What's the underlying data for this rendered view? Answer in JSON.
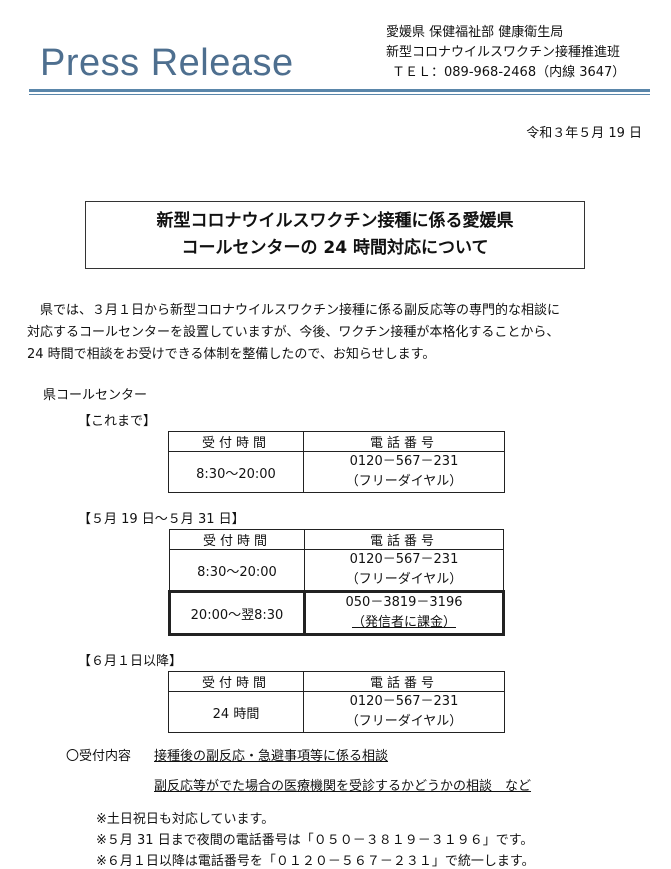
{
  "header": {
    "title": "Press Release",
    "org_line1": "愛媛県 保健福祉部 健康衛生局",
    "org_line2": "新型コロナウイルスワクチン接種推進班",
    "org_line3": "ＴＥＬ：089-968-2468（内線 3647）"
  },
  "date": "令和３年５月 19 日",
  "title": {
    "line1": "新型コロナウイルスワクチン接種に係る愛媛県",
    "line2": "コールセンターの 24 時間対応について"
  },
  "body": {
    "line1": "　県では、３月１日から新型コロナウイルスワクチン接種に係る副反応等の専門的な相談に",
    "line2": "対応するコールセンターを設置していますが、今後、ワクチン接種が本格化することから、",
    "line3": "24 時間で相談をお受けできる体制を整備したので、お知らせします。"
  },
  "section_label": "県コールセンター",
  "col_headers": {
    "time": "受付時間",
    "phone": "電話番号"
  },
  "block1": {
    "label": "【これまで】",
    "rows": [
      {
        "time": "8:30～20:00",
        "phone": "0120－567－231",
        "note": "（フリーダイヤル）"
      }
    ]
  },
  "block2": {
    "label": "【５月 19 日～５月 31 日】",
    "rows": [
      {
        "time": "8:30～20:00",
        "phone": "0120－567－231",
        "note": "（フリーダイヤル）"
      },
      {
        "time": "20:00～翌8:30",
        "phone": "050－3819－3196",
        "note": "（発信者に課金）"
      }
    ]
  },
  "block3": {
    "label": "【６月１日以降】",
    "rows": [
      {
        "time": "24 時間",
        "phone": "0120－567－231",
        "note": "（フリーダイヤル）"
      }
    ]
  },
  "contents": {
    "label": "〇受付内容",
    "item1": "接種後の副反応・急避事項等に係る相談",
    "item2": "副反応等がでた場合の医療機関を受診するかどうかの相談　など"
  },
  "notes": {
    "n1": "※土日祝日も対応しています。",
    "n2": "※５月 31 日まで夜間の電話番号は「０５０－３８１９－３１９６」です。",
    "n3": "※６月１日以降は電話番号を「０１２０－５６７－２３１」で統一します。"
  }
}
